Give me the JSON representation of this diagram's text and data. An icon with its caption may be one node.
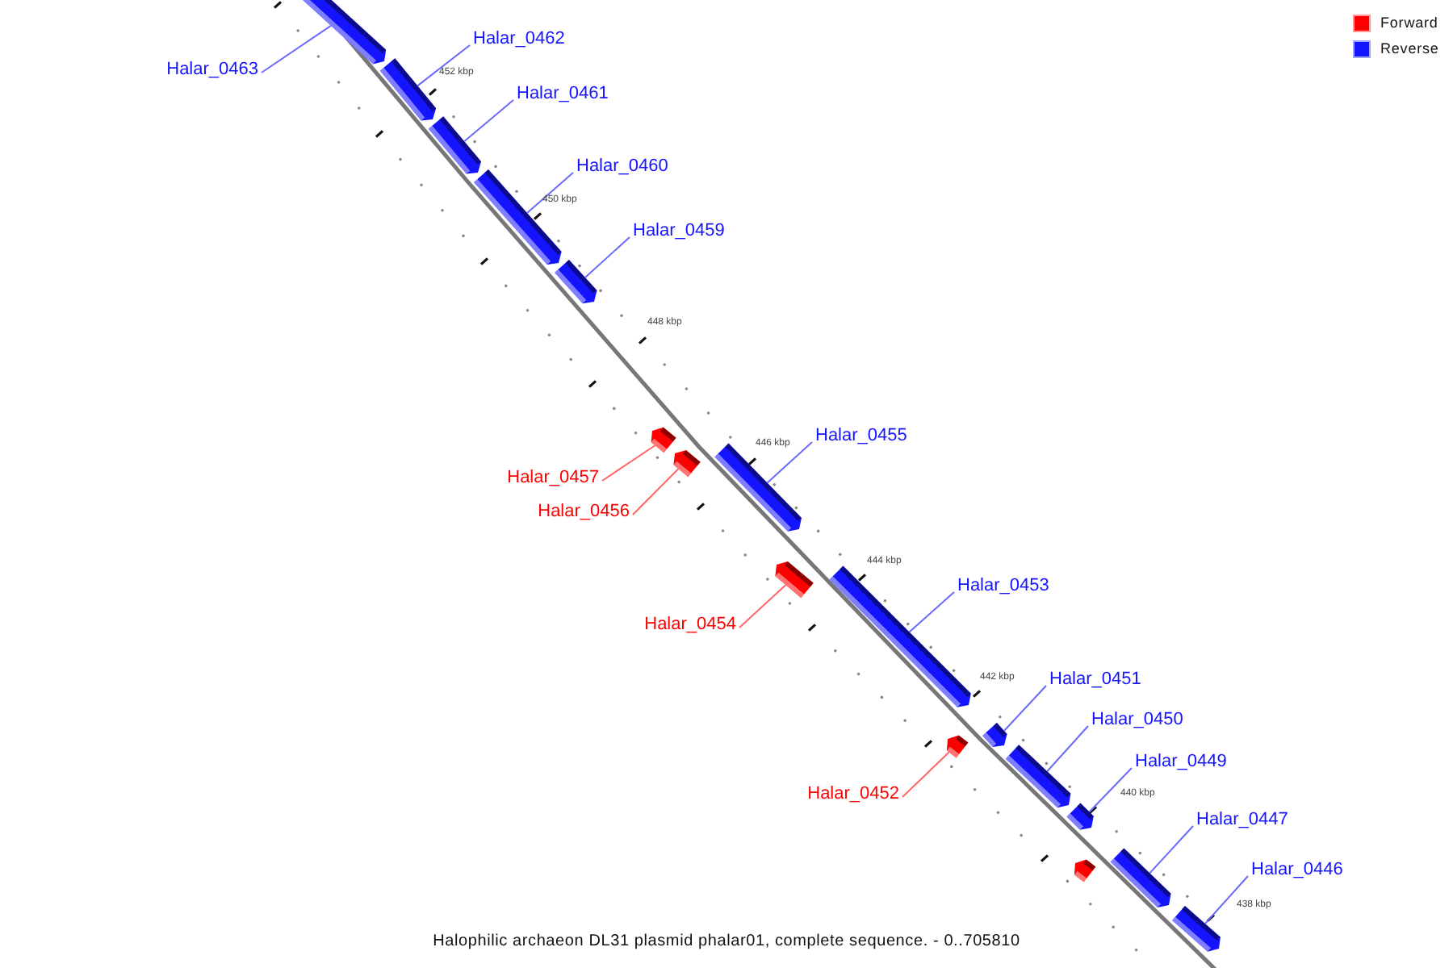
{
  "diagram": {
    "caption": "Halophilic archaeon DL31 plasmid phalar01, complete sequence. - 0..705810",
    "nodes": [
      {
        "text": [
          "Halar_0462"
        ]
      },
      {
        "text": [
          "Halar_0463"
        ]
      },
      {
        "text": [
          "Halar_0461"
        ]
      },
      {
        "text": [
          "Halar_0460"
        ]
      },
      {
        "text": [
          "Halar_0459"
        ]
      },
      {
        "text": [
          "Halar_0455"
        ]
      },
      {
        "text": [
          "Halar_0457"
        ]
      },
      {
        "text": [
          "Halar_0456"
        ]
      },
      {
        "text": [
          "Halar_0453"
        ]
      },
      {
        "text": [
          "Halar_0454"
        ]
      },
      {
        "text": [
          "Halar_0451"
        ]
      },
      {
        "text": [
          "Halar_0450"
        ]
      },
      {
        "text": [
          "Halar_0449"
        ]
      },
      {
        "text": [
          "Halar_0452"
        ]
      },
      {
        "text": [
          "Halar_0447"
        ]
      },
      {
        "text": [
          "Halar_0446"
        ]
      },
      {
        "text": [],
        "shape": "bar"
      },
      {
        "text": [],
        "shape": "bar"
      },
      {
        "text": [],
        "shape": "bar"
      },
      {
        "text": [],
        "shape": "bar"
      },
      {
        "text": [],
        "shape": "bar"
      },
      {
        "text": [],
        "shape": "bar"
      },
      {
        "text": [],
        "shape": "bar"
      },
      {
        "text": [],
        "shape": "bar"
      },
      {
        "text": [],
        "shape": "bar"
      },
      {
        "text": [],
        "shape": "bar"
      },
      {
        "text": [],
        "shape": "bar"
      },
      {
        "text": [],
        "shape": "bar"
      },
      {
        "text": [],
        "shape": "bar"
      },
      {
        "text": [],
        "shape": "bar"
      },
      {
        "text": [],
        "shape": "bar"
      },
      {
        "text": [],
        "shape": "bar"
      },
      {
        "text": [],
        "shape": "bar"
      }
    ],
    "edges": [
      {
        "from": 0,
        "to": 17,
        "arrow": "none"
      },
      {
        "from": 1,
        "to": 16,
        "arrow": "none"
      },
      {
        "from": 2,
        "to": 18,
        "arrow": "none"
      },
      {
        "from": 3,
        "to": 19,
        "arrow": "none"
      },
      {
        "from": 4,
        "to": 20,
        "arrow": "none"
      },
      {
        "from": 5,
        "to": 23,
        "arrow": "none"
      },
      {
        "from": 6,
        "to": 21,
        "arrow": "none",
        "color": "#ff6666"
      },
      {
        "from": 7,
        "to": 22,
        "arrow": "none",
        "color": "#ff6666"
      },
      {
        "from": 8,
        "to": 25,
        "arrow": "none"
      },
      {
        "from": 9,
        "to": 24,
        "arrow": "none",
        "color": "#ff6666"
      },
      {
        "from": 10,
        "to": 26,
        "arrow": "none"
      },
      {
        "from": 11,
        "to": 28,
        "arrow": "none"
      },
      {
        "from": 12,
        "to": 29,
        "arrow": "none"
      },
      {
        "from": 13,
        "to": 27,
        "arrow": "none",
        "color": "#ff6666"
      },
      {
        "from": 14,
        "to": 30,
        "arrow": "none"
      },
      {
        "from": 15,
        "to": 32,
        "arrow": "none"
      }
    ],
    "labels": [
      "452 kbp",
      "450 kbp",
      "448 kbp",
      "446 kbp",
      "444 kbp",
      "442 kbp",
      "440 kbp",
      "438 kbp"
    ],
    "legend": [
      {
        "text": "Forward",
        "color": "#ff0000"
      },
      {
        "text": "Reverse",
        "color": "#1414ff"
      }
    ]
  }
}
